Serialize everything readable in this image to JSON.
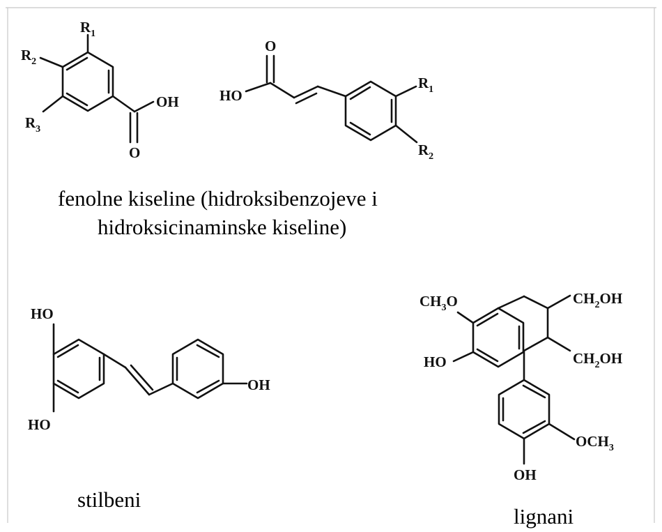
{
  "figure": {
    "captions": {
      "phenolic_acids_line1": "fenolne kiseline (hidroksibenzojeve i",
      "phenolic_acids_line2": "hidroksicinaminske kiseline)",
      "stilbenes": "stilbeni",
      "lignans": "lignani"
    },
    "hydroxybenzoic_acid": {
      "r1": "R",
      "r1_sub": "1",
      "r2": "R",
      "r2_sub": "2",
      "r3": "R",
      "r3_sub": "3",
      "oh": "OH",
      "o": "O"
    },
    "hydroxycinnamic_acid": {
      "o": "O",
      "ho": "HO",
      "r1": "R",
      "r1_sub": "1",
      "r2": "R",
      "r2_sub": "2"
    },
    "stilbene": {
      "ho_top": "HO",
      "ho_bottom": "HO",
      "oh": "OH"
    },
    "lignan": {
      "ch3o": "CH",
      "ch3o_sub": "3",
      "ch3o_end": "O",
      "ho": "HO",
      "ch2oh_top": "CH",
      "ch2oh_top_sub": "2",
      "ch2oh_top_end": "OH",
      "ch2oh_bottom": "CH",
      "ch2oh_bottom_sub": "2",
      "ch2oh_bottom_end": "OH",
      "och3": "OCH",
      "och3_sub": "3",
      "oh": "OH"
    }
  }
}
